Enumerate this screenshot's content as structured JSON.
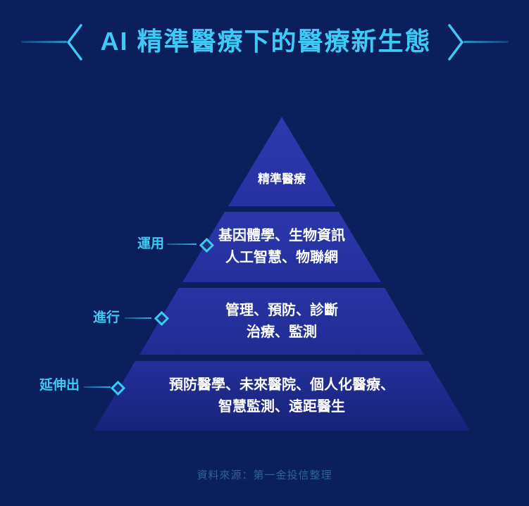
{
  "title": {
    "text": "AI 精準醫療下的醫療新生態"
  },
  "icons": {
    "left_bracket": "angle-bracket-left",
    "right_bracket": "angle-bracket-right",
    "callout_marker": "diamond-outline"
  },
  "pyramid": {
    "levels": [
      {
        "id": "level-1",
        "label": null,
        "lines": [
          "精準醫療"
        ]
      },
      {
        "id": "level-2",
        "label": "運用",
        "lines": [
          "基因體學、生物資訊",
          "人工智慧、物聯網"
        ]
      },
      {
        "id": "level-3",
        "label": "進行",
        "lines": [
          "管理、預防、診斷",
          "治療、監測"
        ]
      },
      {
        "id": "level-4",
        "label": "延伸出",
        "lines": [
          "預防醫學、未來醫院、個人化醫療、",
          "智慧監測、遠距醫生"
        ]
      }
    ]
  },
  "footer": {
    "source": "資料來源：第一金投信整理"
  },
  "colors": {
    "background": "#0A1F5C",
    "accent_cyan": "#3FC9F5",
    "pyramid_blue_top": "#2E39B0",
    "pyramid_blue_bottom": "#17237A",
    "level_text": "#FFFFFF",
    "source_text": "#2E6496",
    "diamond_border": "#38CBF4",
    "diamond_fill": "#16307F"
  }
}
